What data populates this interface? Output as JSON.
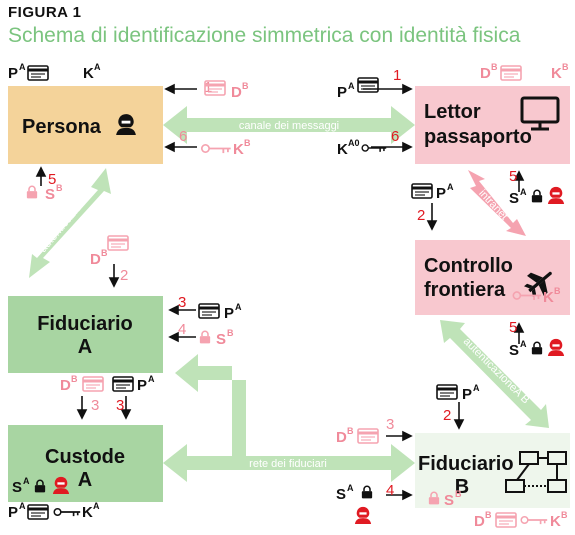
{
  "figure": {
    "label": "FIGURA 1",
    "title": "Schema di identificazione simmetrica con identità fisica"
  },
  "colors": {
    "persona": "#f4d39a",
    "green_box": "#a8d5a2",
    "pink_box": "#f8c8cf",
    "fiduciario_b": "#eef6ec",
    "green_arrow": "#bfe3b8",
    "pink_arrow": "#f5a3b0",
    "red_num": "#e01a22",
    "pink_text": "#f08a9a",
    "dark": "#111111"
  },
  "nodes": {
    "persona": "Persona",
    "lettor_1": "Lettor",
    "lettor_2": "passaporto",
    "controllo_1": "Controllo",
    "controllo_2": "frontiera",
    "fidA_1": "Fiduciario",
    "fidA_2": "A",
    "custode_1": "Custode",
    "custode_2": "A",
    "fidB_1": "Fiduciario",
    "fidB_2": "B"
  },
  "channels": {
    "messaggi": "canale dei messaggi",
    "intranet": "intranet",
    "autA": "autenticazione A",
    "autAB": "autenticazioneA B",
    "fiduciari": "rete dei fiduciari"
  },
  "symbols": {
    "P": "P",
    "K": "K",
    "D": "D",
    "S": "S",
    "A": "A",
    "B": "B",
    "A0": "A0"
  },
  "steps": [
    "1",
    "2",
    "3",
    "4",
    "5",
    "6"
  ],
  "icons": [
    "document-icon",
    "key-icon",
    "padlock-icon",
    "hacker-icon",
    "monitor-icon",
    "airplane-icon",
    "network-icon"
  ]
}
